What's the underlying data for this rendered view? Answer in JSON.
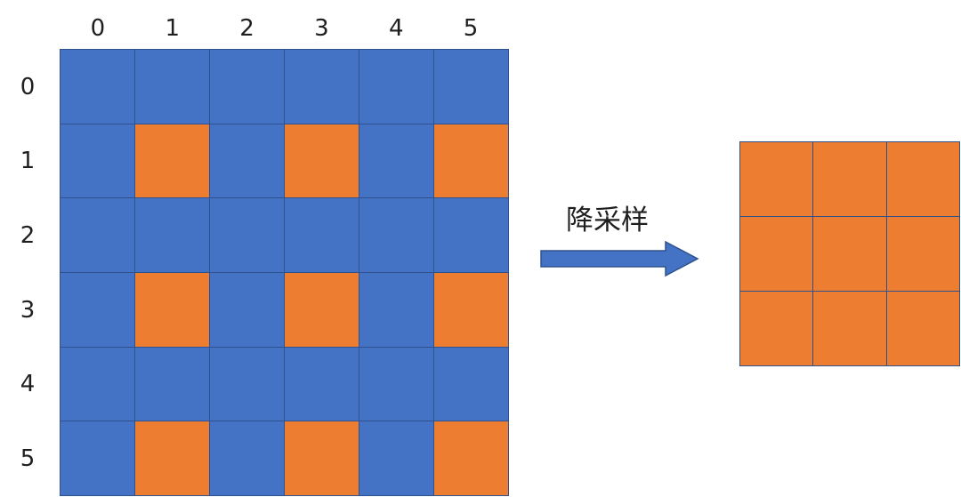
{
  "colors": {
    "blue": "#4472C4",
    "orange": "#ED7D31",
    "border": "#2F528F",
    "text": "#1F1F1F"
  },
  "input_grid": {
    "column_labels": [
      "0",
      "1",
      "2",
      "3",
      "4",
      "5"
    ],
    "row_labels": [
      "0",
      "1",
      "2",
      "3",
      "4",
      "5"
    ],
    "cells": [
      [
        "blue",
        "blue",
        "blue",
        "blue",
        "blue",
        "blue"
      ],
      [
        "blue",
        "orange",
        "blue",
        "orange",
        "blue",
        "orange"
      ],
      [
        "blue",
        "blue",
        "blue",
        "blue",
        "blue",
        "blue"
      ],
      [
        "blue",
        "orange",
        "blue",
        "orange",
        "blue",
        "orange"
      ],
      [
        "blue",
        "blue",
        "blue",
        "blue",
        "blue",
        "blue"
      ],
      [
        "blue",
        "orange",
        "blue",
        "orange",
        "blue",
        "orange"
      ]
    ]
  },
  "arrow": {
    "label": "降采样",
    "icon": "right-arrow-icon"
  },
  "output_grid": {
    "cells": [
      [
        "orange",
        "orange",
        "orange"
      ],
      [
        "orange",
        "orange",
        "orange"
      ],
      [
        "orange",
        "orange",
        "orange"
      ]
    ]
  }
}
